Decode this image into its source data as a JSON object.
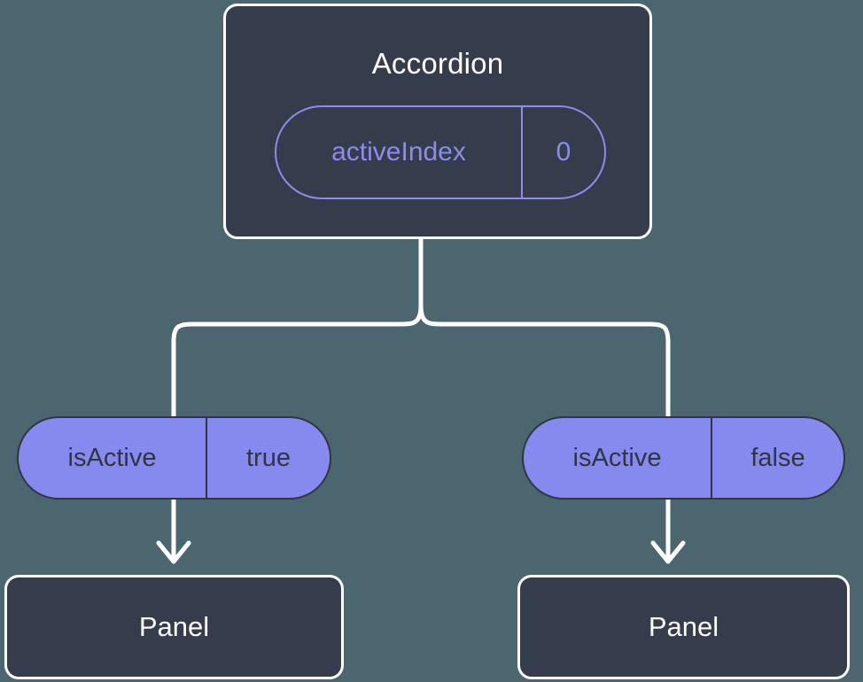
{
  "background_color": "#4c6670",
  "theme": {
    "node_fill": "#353c4c",
    "node_border": "#ffffff",
    "node_text": "#ffffff",
    "state_pill_border": "#8b8dea",
    "state_pill_text": "#8b8dea",
    "prop_pill_fill": "#8689ee",
    "prop_pill_border": "#2f3542",
    "prop_pill_text": "#2f3542",
    "connector_color": "#ffffff"
  },
  "diagram": {
    "type": "component-state-flow",
    "parent": {
      "title": "Accordion",
      "state": {
        "key": "activeIndex",
        "value": "0"
      }
    },
    "branches": [
      {
        "prop": {
          "key": "isActive",
          "value": "true"
        },
        "child": {
          "title": "Panel"
        }
      },
      {
        "prop": {
          "key": "isActive",
          "value": "false"
        },
        "child": {
          "title": "Panel"
        }
      }
    ]
  }
}
